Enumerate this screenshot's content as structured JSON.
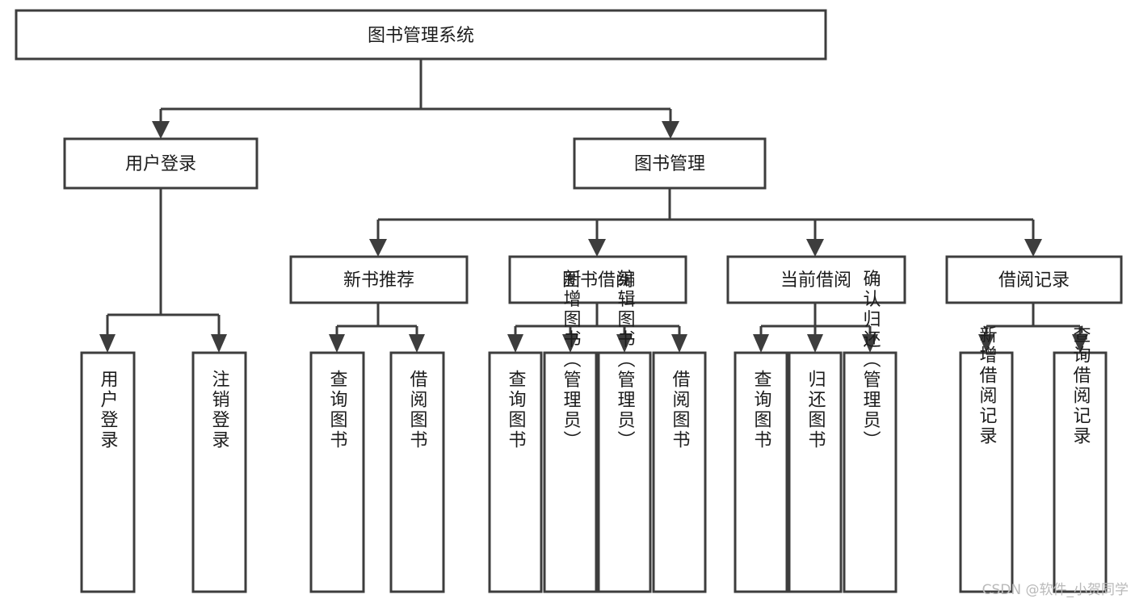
{
  "diagram": {
    "title": "图书管理系统",
    "type": "hierarchy-tree",
    "watermark": "CSDN @软件_小贺同学",
    "colors": {
      "box_stroke": "#3d3d3d",
      "box_fill": "#ffffff",
      "text": "#1c1c1c",
      "connector": "#3d3d3d",
      "watermark": "#b9b9b9",
      "background": "#ffffff"
    },
    "root": {
      "label": "图书管理系统"
    },
    "level2": [
      {
        "label": "用户登录"
      },
      {
        "label": "图书管理"
      }
    ],
    "level3": [
      {
        "label": "新书推荐"
      },
      {
        "label": "图书借阅"
      },
      {
        "label": "当前借阅"
      },
      {
        "label": "借阅记录"
      }
    ],
    "leaves": {
      "user_login": [
        {
          "label": "用户登录"
        },
        {
          "label": "注销登录"
        }
      ],
      "new_book_recommend": [
        {
          "label": "查询图书"
        },
        {
          "label": "借阅图书"
        }
      ],
      "book_borrow": [
        {
          "label": "查询图书"
        },
        {
          "label": "新增图书（管理员）"
        },
        {
          "label": "编辑图书（管理员）"
        },
        {
          "label": "借阅图书"
        }
      ],
      "current_borrow": [
        {
          "label": "查询图书"
        },
        {
          "label": "归还图书"
        },
        {
          "label": "确认归还（管理员）"
        }
      ],
      "borrow_record": [
        {
          "label": "新增借阅记录"
        },
        {
          "label": "查询借阅记录"
        }
      ]
    }
  }
}
